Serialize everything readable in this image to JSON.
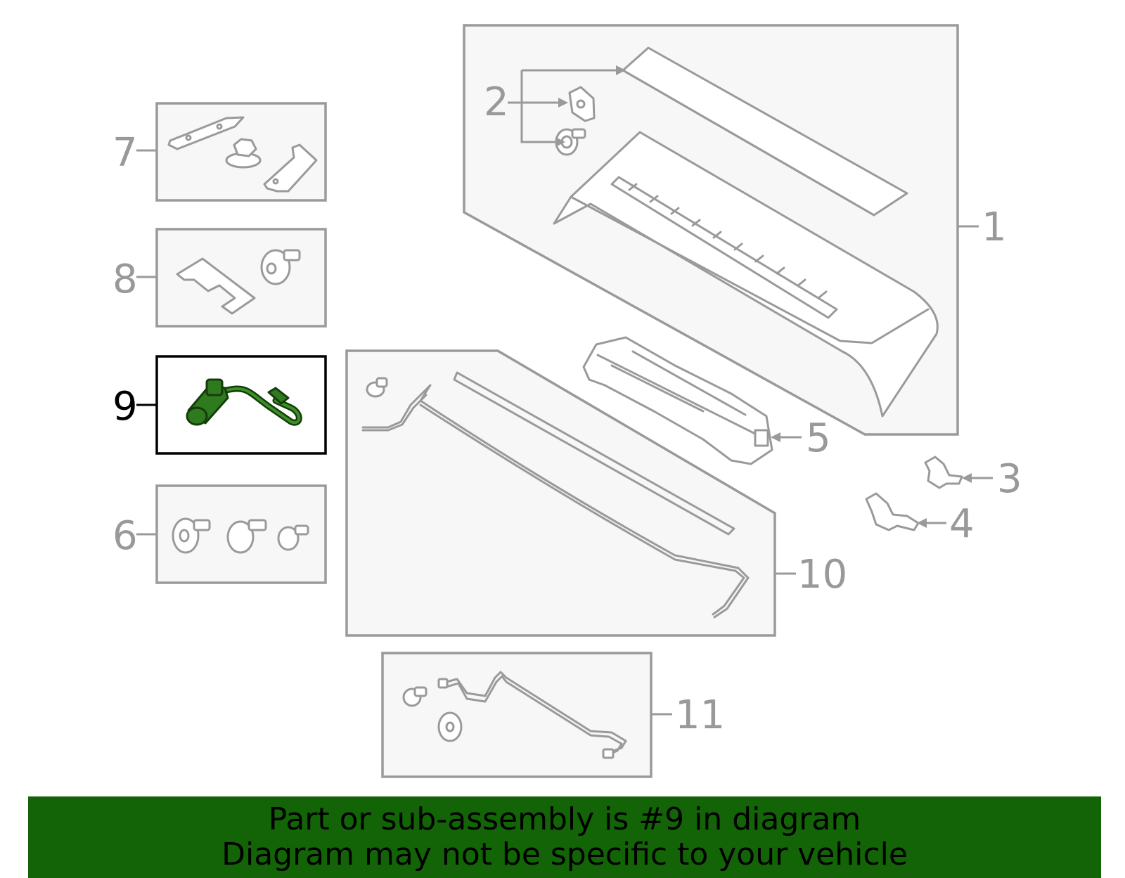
{
  "callouts": [
    "1",
    "2",
    "3",
    "4",
    "5",
    "6",
    "7",
    "8",
    "9",
    "10",
    "11"
  ],
  "highlighted_callout": "9",
  "banner": {
    "line1": "Part or sub-assembly is #9 in diagram",
    "line2": "Diagram may not be specific to your vehicle"
  },
  "colors": {
    "highlight": "#2f7a1e",
    "banner": "#136307",
    "outline": "#9a9a9a"
  }
}
